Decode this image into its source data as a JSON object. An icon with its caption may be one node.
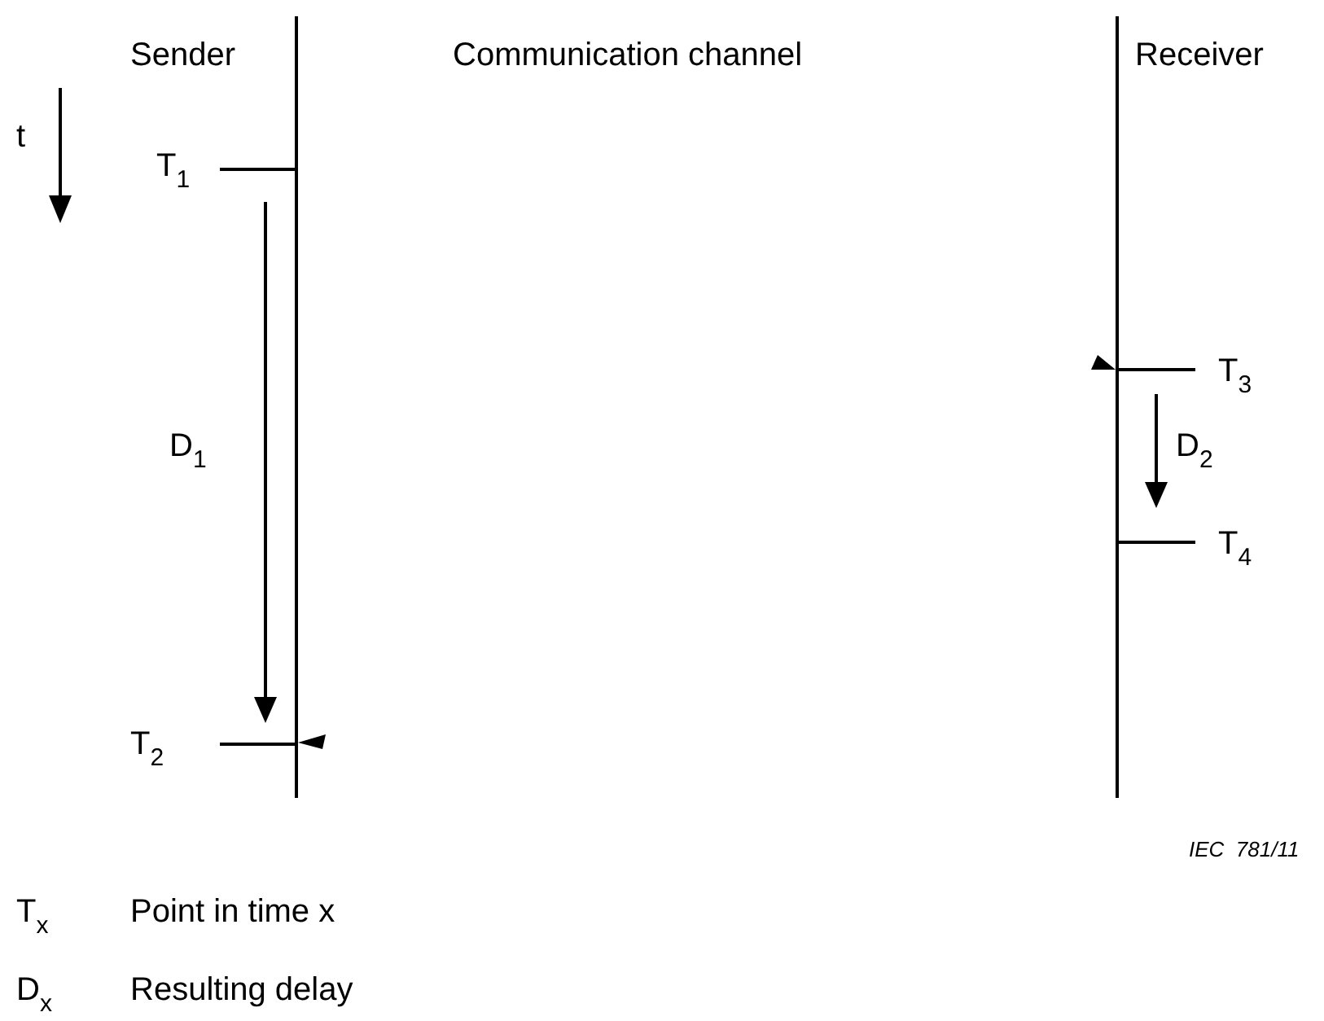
{
  "diagram": {
    "labels": [
      "Sender",
      "Communication channel",
      "Receiver",
      "t",
      "T$_{1}$",
      "T$_{3}$",
      "D$_{1}$",
      "D$_{2}$",
      "T$_{4}$",
      "T$_{2}$",
      "IEC  781/11",
      "T$_{x}$",
      "Point in time x",
      "D$_{x}$",
      "Resulting delay"
    ]
  }
}
